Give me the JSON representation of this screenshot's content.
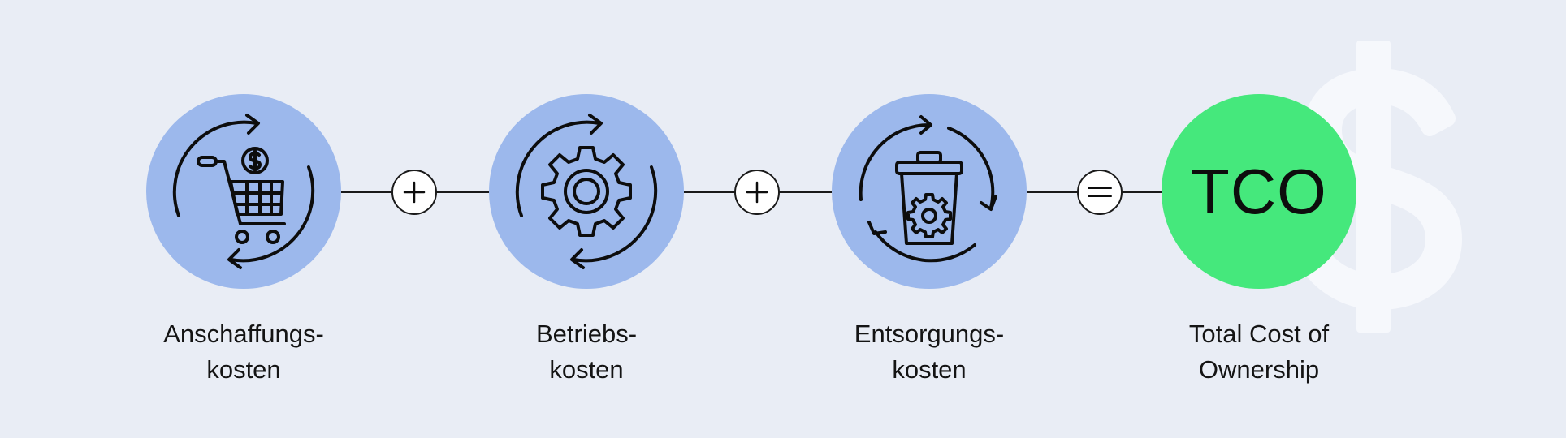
{
  "steps": [
    {
      "icon": "cart-cycle-icon",
      "label_line1": "Anschaffungs-",
      "label_line2": "kosten"
    },
    {
      "icon": "gear-cycle-icon",
      "label_line1": "Betriebs-",
      "label_line2": "kosten"
    },
    {
      "icon": "trash-cycle-icon",
      "label_line1": "Entsorgungs-",
      "label_line2": "kosten"
    },
    {
      "icon": "tco-circle",
      "text": "TCO",
      "label_line1": "Total Cost of",
      "label_line2": "Ownership"
    }
  ],
  "operators": [
    "plus-icon",
    "plus-icon",
    "equals-icon"
  ],
  "colors": {
    "background": "#e9edf5",
    "step_circle": "#9cb8ec",
    "result_circle": "#45e87c",
    "watermark": "#f6f8fc"
  },
  "watermark_icon": "dollar-sign-icon"
}
